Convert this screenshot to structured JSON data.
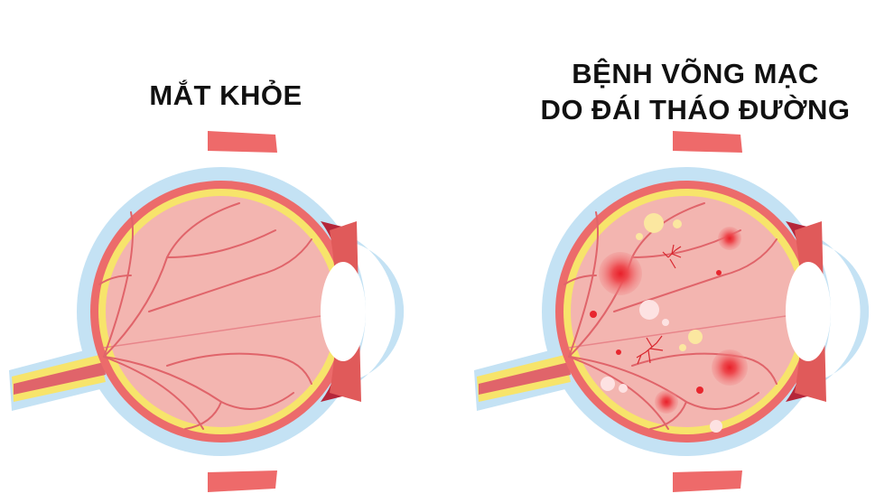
{
  "left_panel": {
    "title": "MẮT KHỎE"
  },
  "right_panel": {
    "title_line1": "BỆNH VÕNG MẠC",
    "title_line2": "DO ĐÁI THÁO ĐƯỜNG"
  },
  "colors": {
    "sclera": "#c4e2f4",
    "choroid": "#ec6b6b",
    "retina": "#f7e46b",
    "vitreous": "#f3b5b0",
    "vessel": "#e0646a",
    "hemorrhage": "#e8262e",
    "exudate": "#fbe7a0",
    "cotton_spot": "#fde2e2"
  }
}
